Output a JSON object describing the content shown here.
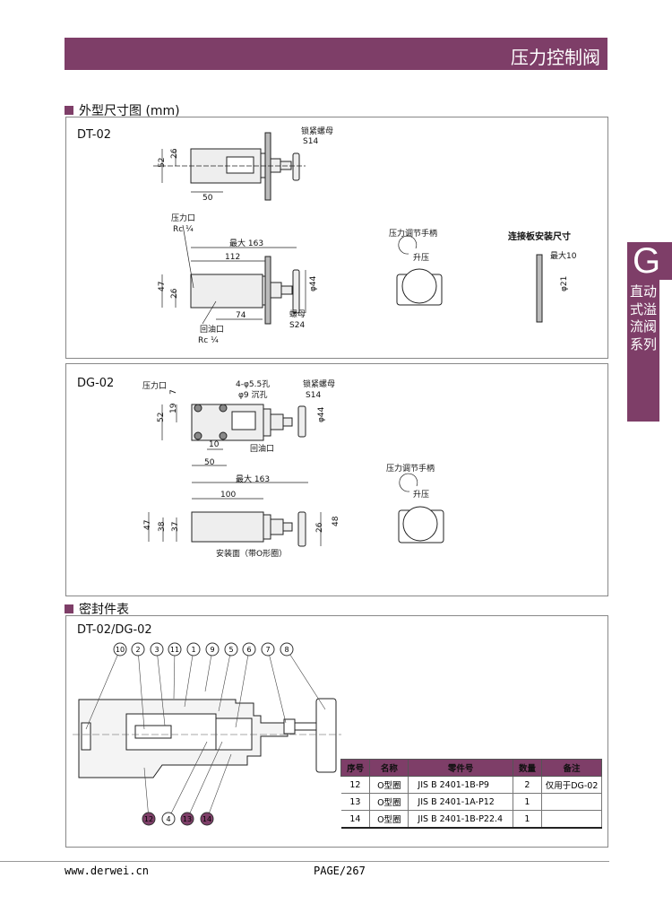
{
  "header": {
    "title": "压力控制阀"
  },
  "section1": {
    "title": "外型尺寸图 (mm)"
  },
  "dt02": {
    "model": "DT-02",
    "lock_nut": "锁紧螺母",
    "s14": "S14",
    "d52": "52",
    "d26": "26",
    "d50": "50",
    "pressure_port": "压力口",
    "rc1": "Rc ¼",
    "max163": "最大 163",
    "d112": "112",
    "d47": "47",
    "d26b": "26",
    "d74": "74",
    "nut": "螺母",
    "s24": "S24",
    "return_port": "回油口",
    "rc2": "Rc ¼",
    "phi44": "φ44",
    "handle": "压力调节手柄",
    "raise": "升压",
    "plate_title": "连接板安装尺寸",
    "max10": "最大10",
    "phi21": "φ21"
  },
  "dg02": {
    "model": "DG-02",
    "pressure_port": "压力口",
    "holes": "4-φ5.5孔",
    "counter": "φ9 沉孔",
    "lock_nut": "锁紧螺母",
    "s14": "S14",
    "d7": "7",
    "d19": "19",
    "d52": "52",
    "d10": "10",
    "d50": "50",
    "return_port": "回油口",
    "phi44": "φ44",
    "max163": "最大 163",
    "d100": "100",
    "d47": "47",
    "d38": "38",
    "d37": "37",
    "d26": "26",
    "d48": "48",
    "mount": "安装面（带O形圈）",
    "handle": "压力调节手柄",
    "raise": "升压"
  },
  "section2": {
    "title": "密封件表"
  },
  "seal": {
    "model": "DT-02/DG-02",
    "top_callouts": [
      "10",
      "2",
      "3",
      "11",
      "1",
      "9",
      "5",
      "6",
      "7",
      "8"
    ],
    "bottom_callouts": [
      "12",
      "4",
      "13",
      "14"
    ],
    "table": {
      "headers": [
        "序号",
        "名称",
        "零件号",
        "数量",
        "备注"
      ],
      "rows": [
        [
          "12",
          "O型圈",
          "JIS B 2401-1B-P9",
          "2",
          "仅用于DG-02"
        ],
        [
          "13",
          "O型圈",
          "JIS B 2401-1A-P12",
          "1",
          ""
        ],
        [
          "14",
          "O型圈",
          "JIS B 2401-1B-P22.4",
          "1",
          ""
        ]
      ]
    }
  },
  "side_tab": {
    "letter": "G",
    "text": "直动式溢流阀系列"
  },
  "footer": {
    "url": "www.derwei.cn",
    "page": "PAGE/267"
  },
  "colors": {
    "brand": "#7e3e68"
  }
}
